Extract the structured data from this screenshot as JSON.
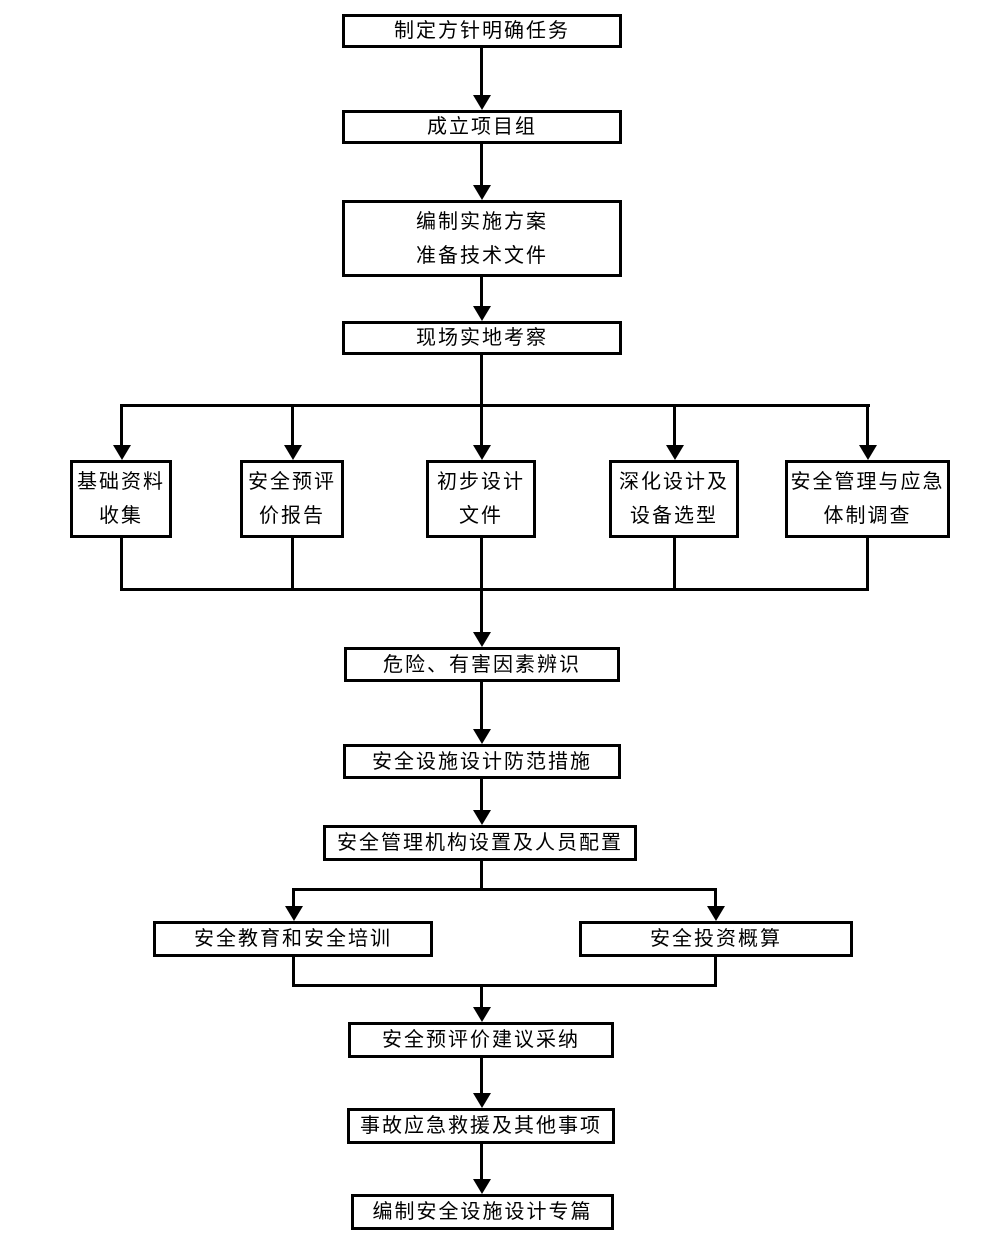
{
  "diagram_type": "flowchart",
  "colors": {
    "background": "#ffffff",
    "line": "#000000",
    "box_border": "#000000",
    "text": "#000000"
  },
  "nodes": {
    "set_policy": {
      "label": "制定方针明确任务"
    },
    "project_team": {
      "label": "成立项目组"
    },
    "prepare_plan": {
      "label": "编制实施方案\n准备技术文件"
    },
    "site_survey": {
      "label": "现场实地考察"
    },
    "basic_data": {
      "label": "基础资料\n收集"
    },
    "pre_eval_report": {
      "label": "安全预评\n价报告"
    },
    "preliminary_design": {
      "label": "初步设计\n文件"
    },
    "detailed_design": {
      "label": "深化设计及\n设备选型"
    },
    "mgmt_emergency_survey": {
      "label": "安全管理与应急\n体制调查"
    },
    "hazard_identification": {
      "label": "危险、有害因素辨识"
    },
    "design_measures": {
      "label": "安全设施设计防范措施"
    },
    "org_staffing": {
      "label": "安全管理机构设置及人员配置"
    },
    "education_training": {
      "label": "安全教育和安全培训"
    },
    "investment_estimate": {
      "label": "安全投资概算"
    },
    "suggestion_adoption": {
      "label": "安全预评价建议采纳"
    },
    "emergency_rescue": {
      "label": "事故应急救援及其他事项"
    },
    "compile_chapter": {
      "label": "编制安全设施设计专篇"
    }
  },
  "edges": [
    {
      "from": "set_policy",
      "to": "project_team"
    },
    {
      "from": "project_team",
      "to": "prepare_plan"
    },
    {
      "from": "prepare_plan",
      "to": "site_survey"
    },
    {
      "from": "site_survey",
      "to": "basic_data"
    },
    {
      "from": "site_survey",
      "to": "pre_eval_report"
    },
    {
      "from": "site_survey",
      "to": "preliminary_design"
    },
    {
      "from": "site_survey",
      "to": "detailed_design"
    },
    {
      "from": "site_survey",
      "to": "mgmt_emergency_survey"
    },
    {
      "from": "basic_data",
      "to": "hazard_identification"
    },
    {
      "from": "pre_eval_report",
      "to": "hazard_identification"
    },
    {
      "from": "preliminary_design",
      "to": "hazard_identification"
    },
    {
      "from": "detailed_design",
      "to": "hazard_identification"
    },
    {
      "from": "mgmt_emergency_survey",
      "to": "hazard_identification"
    },
    {
      "from": "hazard_identification",
      "to": "design_measures"
    },
    {
      "from": "design_measures",
      "to": "org_staffing"
    },
    {
      "from": "org_staffing",
      "to": "education_training"
    },
    {
      "from": "org_staffing",
      "to": "investment_estimate"
    },
    {
      "from": "education_training",
      "to": "suggestion_adoption"
    },
    {
      "from": "investment_estimate",
      "to": "suggestion_adoption"
    },
    {
      "from": "suggestion_adoption",
      "to": "emergency_rescue"
    },
    {
      "from": "emergency_rescue",
      "to": "compile_chapter"
    }
  ]
}
